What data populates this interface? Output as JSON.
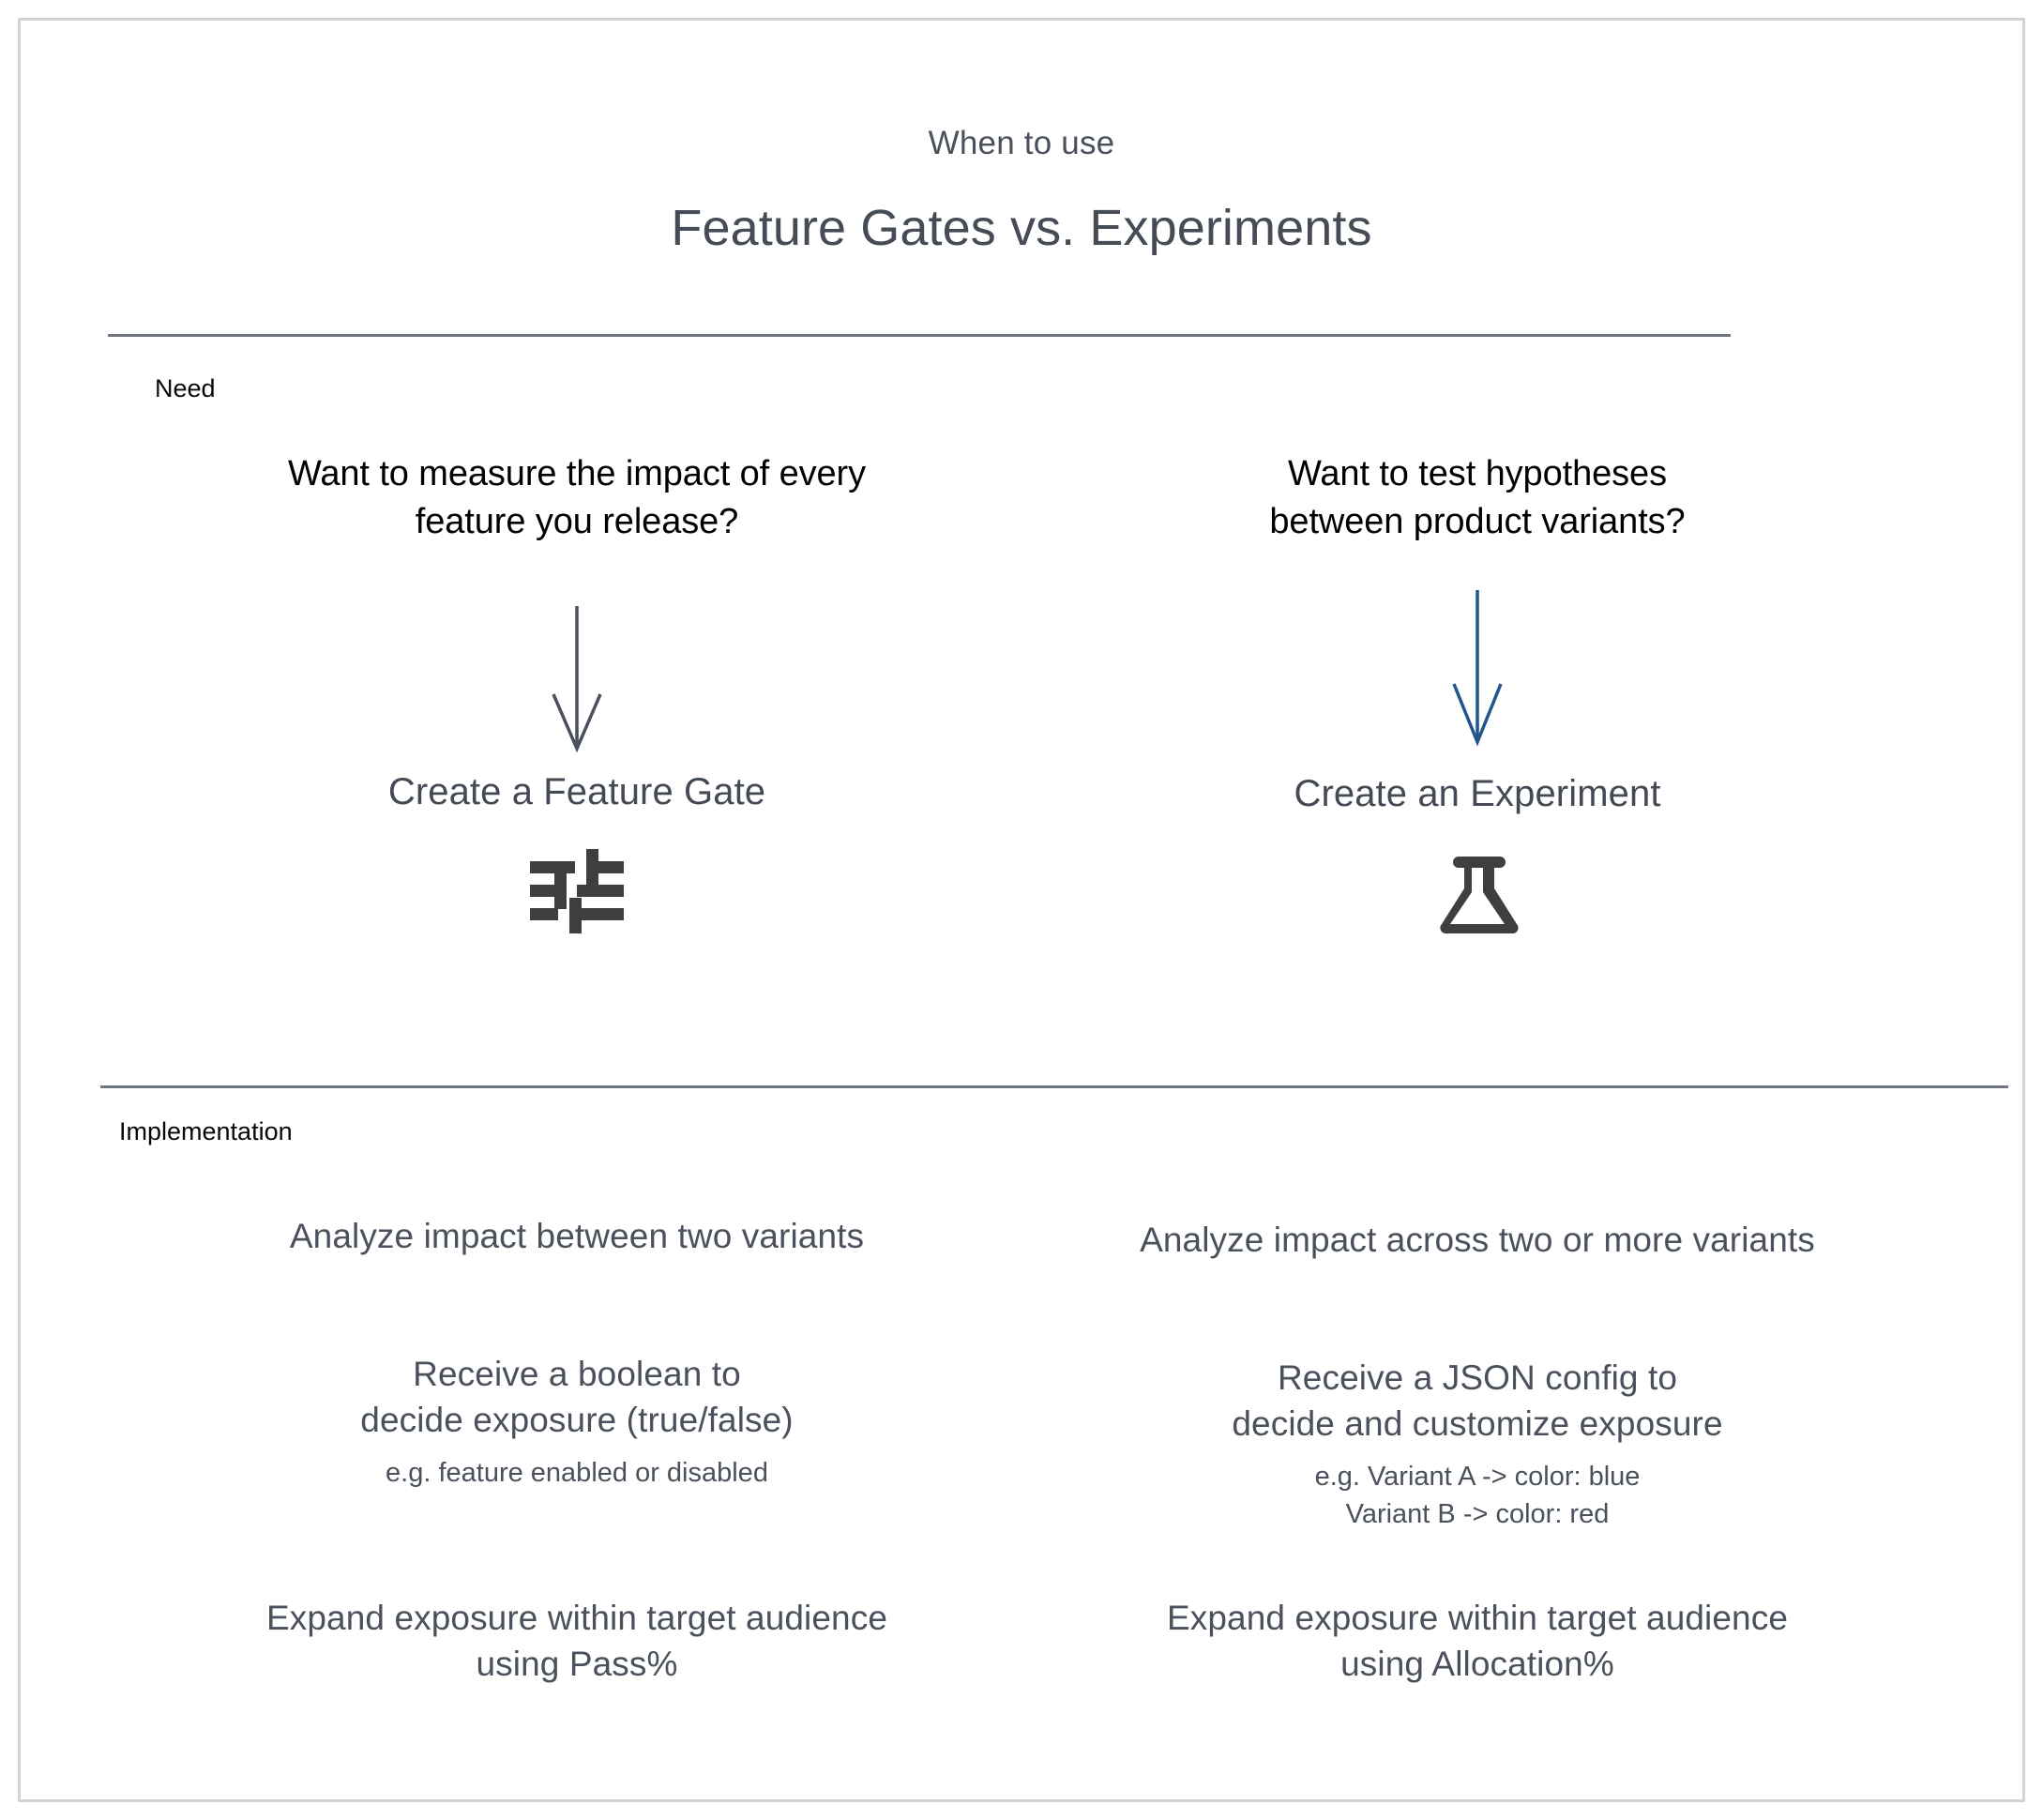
{
  "header": {
    "eyebrow": "When to use",
    "title": "Feature Gates vs. Experiments"
  },
  "sections": {
    "need_label": "Need",
    "implementation_label": "Implementation"
  },
  "need": {
    "left": {
      "question_line1": "Want to measure the impact of every",
      "question_line2": "feature you release?",
      "arrow_icon": "down-arrow-icon",
      "arrow_color": "#4a515c",
      "action_title": "Create a Feature Gate",
      "action_icon": "sliders-icon",
      "action_icon_color": "#3f3f3f"
    },
    "right": {
      "question_line1": "Want to test hypotheses",
      "question_line2": "between product variants?",
      "arrow_icon": "down-arrow-icon",
      "arrow_color": "#21558c",
      "action_title": "Create an Experiment",
      "action_icon": "flask-icon",
      "action_icon_color": "#3f3f3f"
    }
  },
  "implementation": {
    "left": {
      "row_a": "Analyze impact between two variants",
      "row_b_line1": "Receive a boolean to",
      "row_b_line2": "decide exposure (true/false)",
      "row_b_eg": "e.g. feature enabled or disabled",
      "row_c_line1": "Expand exposure within target audience",
      "row_c_line2": "using Pass%"
    },
    "right": {
      "row_a": "Analyze impact across two or more variants",
      "row_b_line1": "Receive a JSON config to",
      "row_b_line2": "decide and customize exposure",
      "row_b_eg_line1": "e.g. Variant A -> color: blue",
      "row_b_eg_line2": "Variant B -> color: red",
      "row_c_line1": "Expand exposure within target audience",
      "row_c_line2": "using Allocation%"
    }
  },
  "colors": {
    "text_dark": "#000000",
    "text_slate": "#4a515c",
    "divider": "#6f757e",
    "frame": "#d2d3d6",
    "accent_blue": "#21558c"
  }
}
